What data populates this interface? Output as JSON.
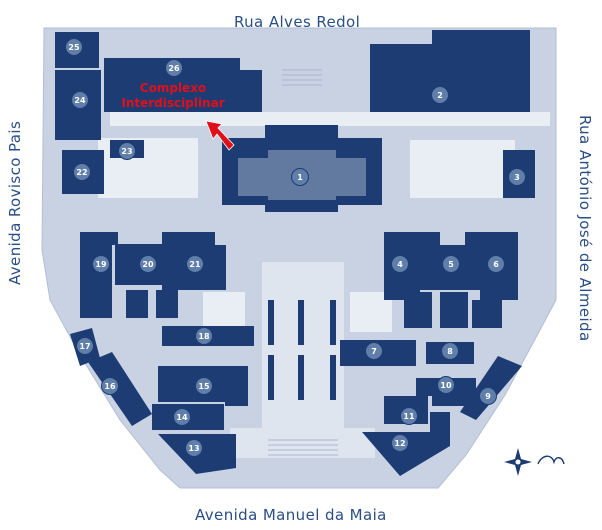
{
  "streets": {
    "top": "Rua Alves Redol",
    "bottom": "Avenida Manuel da Maia",
    "left": "Avenida Rovisco Pais",
    "right": "Rua António José de Almeida"
  },
  "callout": {
    "line1": "Complexo",
    "line2": "Interdisciplinar",
    "color": "#e0101a"
  },
  "colors": {
    "building": "#1c3c73",
    "ground": "#c8d2e3",
    "courtyard": "#e9edf4",
    "marker": "#5f7ea9"
  },
  "buildings": [
    {
      "id": "1",
      "label": "1"
    },
    {
      "id": "2",
      "label": "2"
    },
    {
      "id": "3",
      "label": "3"
    },
    {
      "id": "4",
      "label": "4"
    },
    {
      "id": "5",
      "label": "5"
    },
    {
      "id": "6",
      "label": "6"
    },
    {
      "id": "7",
      "label": "7"
    },
    {
      "id": "8",
      "label": "8"
    },
    {
      "id": "9",
      "label": "9"
    },
    {
      "id": "10",
      "label": "10"
    },
    {
      "id": "11",
      "label": "11"
    },
    {
      "id": "12",
      "label": "12"
    },
    {
      "id": "13",
      "label": "13"
    },
    {
      "id": "14",
      "label": "14"
    },
    {
      "id": "15",
      "label": "15"
    },
    {
      "id": "16",
      "label": "16"
    },
    {
      "id": "17",
      "label": "17"
    },
    {
      "id": "18",
      "label": "18"
    },
    {
      "id": "19",
      "label": "19"
    },
    {
      "id": "20",
      "label": "20"
    },
    {
      "id": "21",
      "label": "21"
    },
    {
      "id": "22",
      "label": "22"
    },
    {
      "id": "23",
      "label": "23"
    },
    {
      "id": "24",
      "label": "24"
    },
    {
      "id": "25",
      "label": "25"
    },
    {
      "id": "26",
      "label": "26"
    }
  ],
  "icons": {
    "compass": "compass-rose-icon",
    "arrow": "red-arrow-icon"
  }
}
